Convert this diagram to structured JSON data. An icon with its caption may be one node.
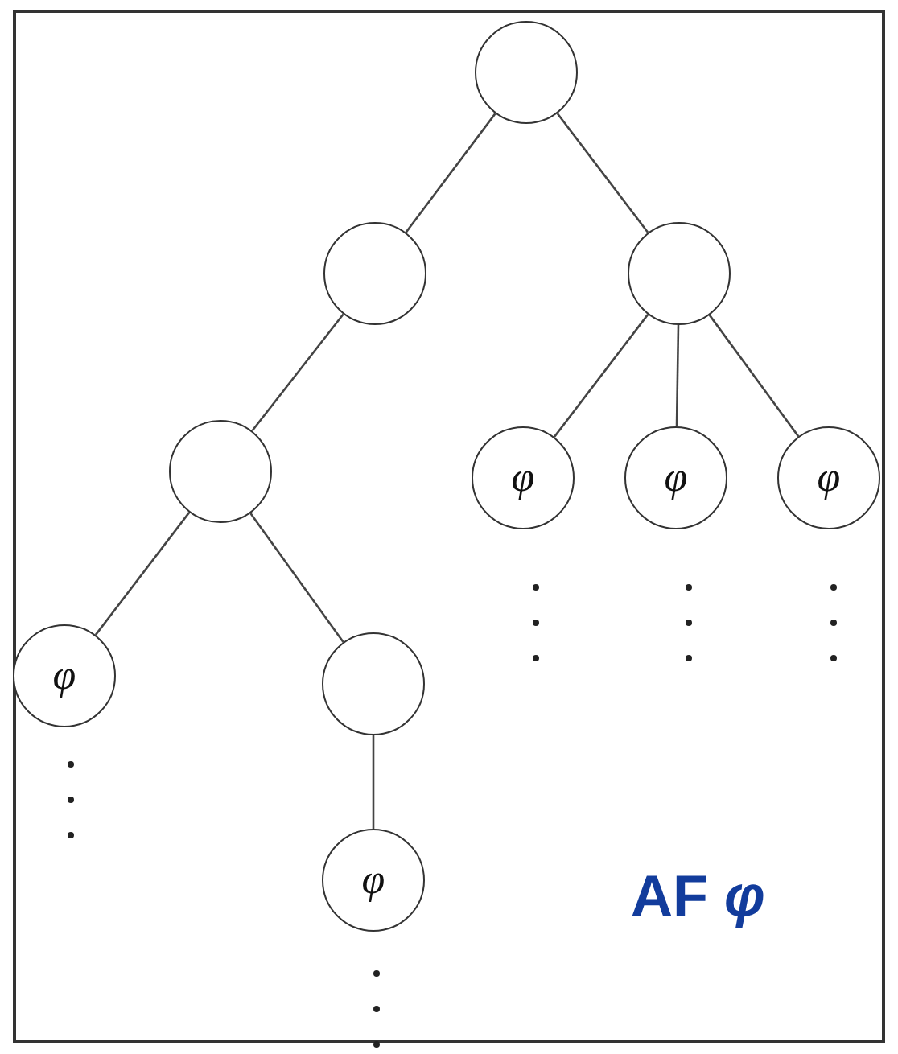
{
  "diagram": {
    "nodes": [
      {
        "text": [],
        "shape": "circle"
      },
      {
        "text": [],
        "shape": "circle"
      },
      {
        "text": [],
        "shape": "circle"
      },
      {
        "text": [],
        "shape": "circle"
      },
      {
        "text": [
          "φ"
        ]
      },
      {
        "text": [
          "φ"
        ]
      },
      {
        "text": [
          "φ"
        ]
      },
      {
        "text": [
          "φ"
        ]
      },
      {
        "text": [],
        "shape": "circle"
      },
      {
        "text": [
          "φ"
        ]
      }
    ],
    "edges": [
      {
        "from": 0,
        "to": 1,
        "arrow": "none"
      },
      {
        "from": 0,
        "to": 2,
        "arrow": "none"
      },
      {
        "from": 1,
        "to": 3,
        "arrow": "none"
      },
      {
        "from": 2,
        "to": 4,
        "arrow": "none"
      },
      {
        "from": 2,
        "to": 5,
        "arrow": "none"
      },
      {
        "from": 2,
        "to": 6,
        "arrow": "none"
      },
      {
        "from": 3,
        "to": 7,
        "arrow": "none"
      },
      {
        "from": 3,
        "to": 8,
        "arrow": "none"
      },
      {
        "from": 8,
        "to": 9,
        "arrow": "none"
      }
    ],
    "labels": [
      "AF *φ*"
    ]
  }
}
